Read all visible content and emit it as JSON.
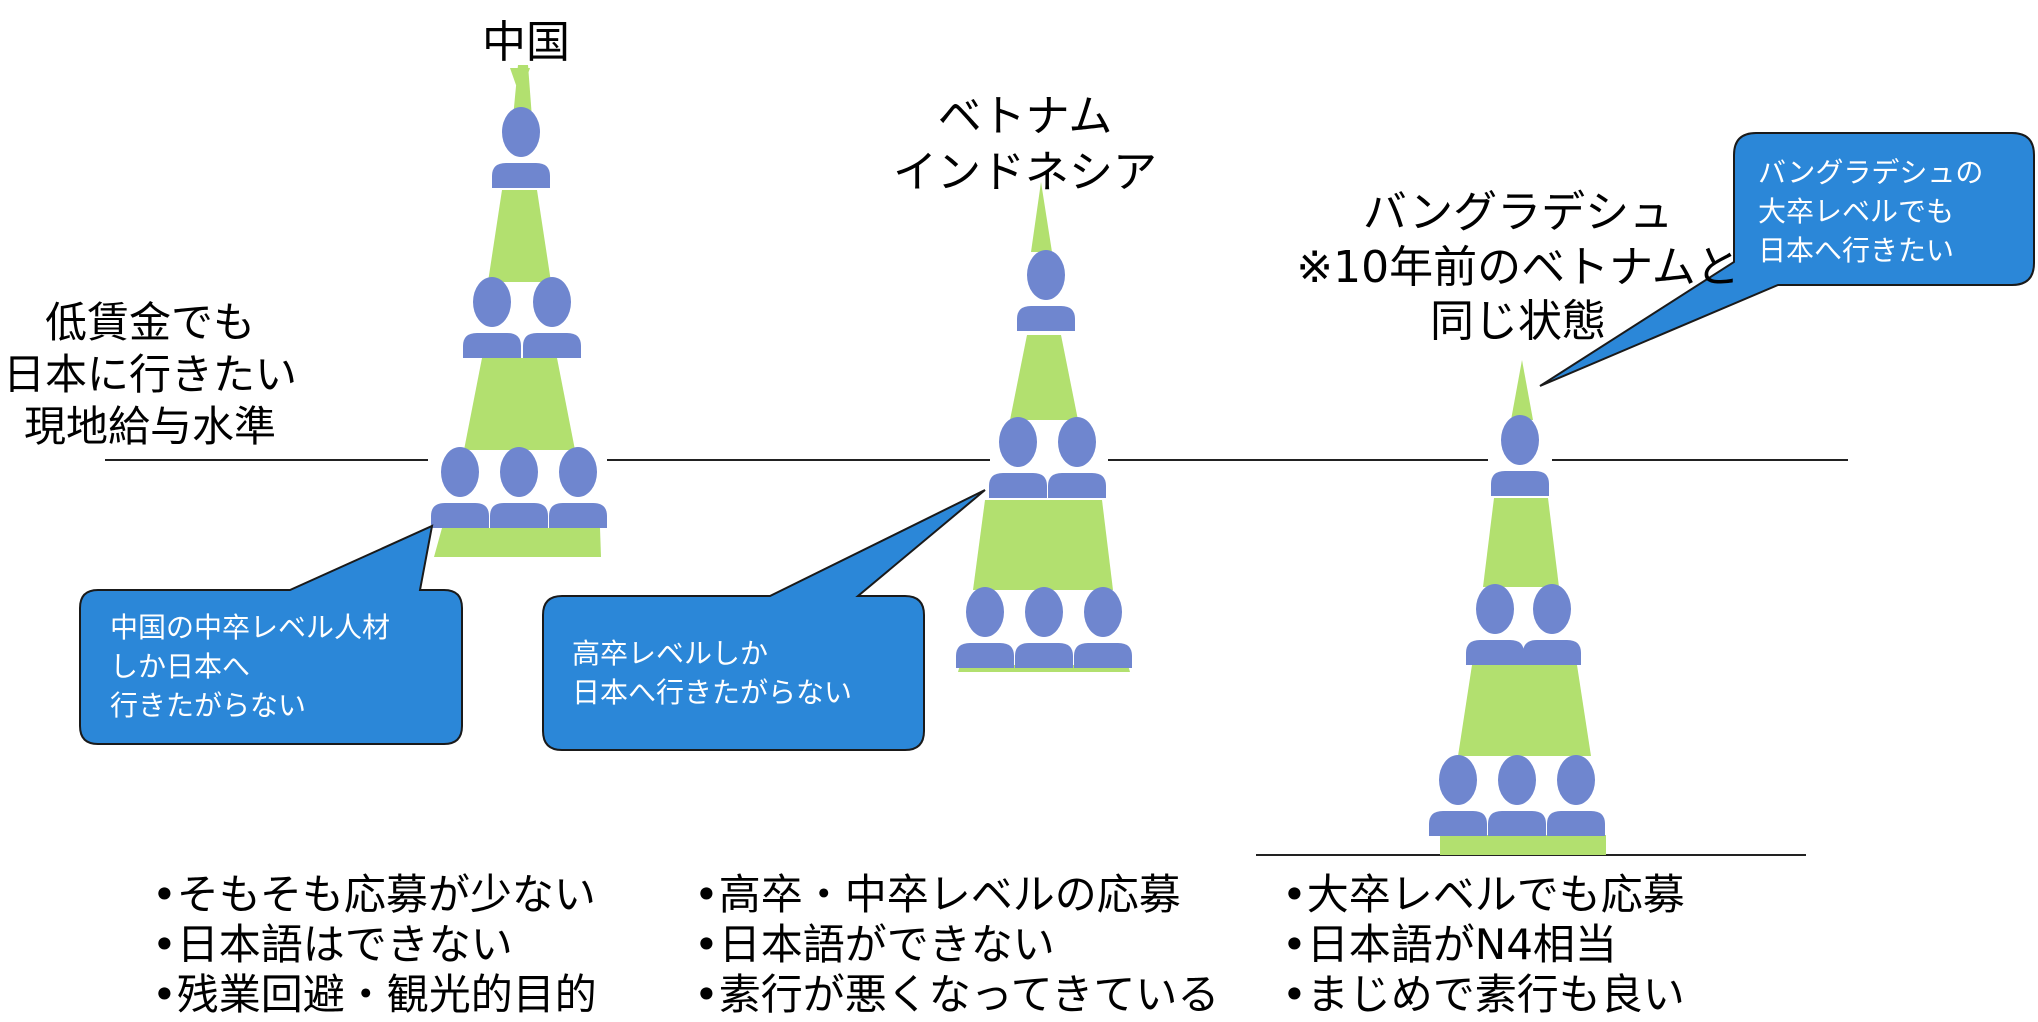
{
  "colors": {
    "pyramid_green": "#b2e06f",
    "callout_blue": "#2b87d8",
    "person_blue": "#6f86cf",
    "line": "#222222"
  },
  "icons": {
    "person": "person-icon"
  },
  "left_label": [
    "低賃金でも",
    "日本に行きたい",
    "現地給与水準"
  ],
  "countries": {
    "china": "中国",
    "vietnam_indonesia": [
      "ベトナム",
      "インドネシア"
    ],
    "bangladesh": [
      "バングラデシュ",
      "※10年前のベトナムと",
      "同じ状態"
    ]
  },
  "callouts": {
    "china": [
      "中国の中卒レベル人材",
      "しか日本へ",
      "行きたがらない"
    ],
    "vietnam": [
      "高卒レベルしか",
      "日本へ行きたがらない"
    ],
    "bangladesh": [
      "バングラデシュの",
      "大卒レベルでも",
      "日本へ行きたい"
    ]
  },
  "bullets": {
    "china": [
      "•そもそも応募が少ない",
      "•日本語はできない",
      "•残業回避・観光的目的"
    ],
    "vietnam": [
      "•高卒・中卒レベルの応募",
      "•日本語ができない",
      "•素行が悪くなってきている"
    ],
    "bangladesh": [
      "•大卒レベルでも応募",
      "•日本語がN4相当",
      "•まじめで素行も良い"
    ]
  }
}
